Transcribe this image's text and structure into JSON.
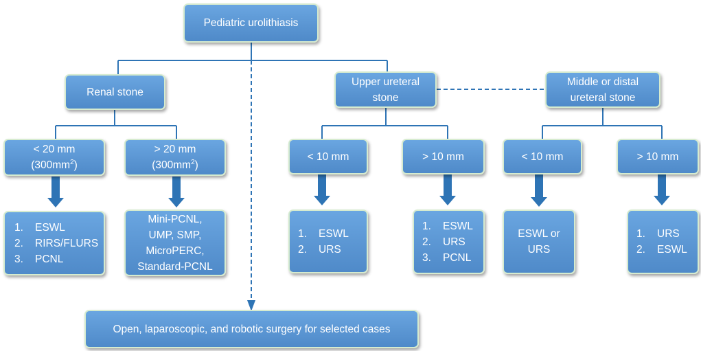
{
  "root": "Pediatric urolithiasis",
  "renal": {
    "title": "Renal stone",
    "small": {
      "size": "< 20 mm",
      "area": "(300mm",
      "sup": "2",
      "close": ")"
    },
    "large": {
      "size": "> 20 mm",
      "area": "(300mm",
      "sup": "2",
      "close": ")"
    },
    "small_treatment": [
      {
        "num": "1.",
        "text": "ESWL"
      },
      {
        "num": "2.",
        "text": "RIRS/FLURS"
      },
      {
        "num": "3.",
        "text": "PCNL"
      }
    ],
    "large_treatment": [
      "Mini-PCNL,",
      "UMP, SMP,",
      "MicroPERC,",
      "Standard-PCNL"
    ]
  },
  "upper": {
    "title_line1": "Upper ureteral",
    "title_line2": "stone",
    "small": "< 10 mm",
    "large": "> 10 mm",
    "small_treatment": [
      {
        "num": "1.",
        "text": "ESWL"
      },
      {
        "num": "2.",
        "text": "URS"
      }
    ],
    "large_treatment": [
      {
        "num": "1.",
        "text": "ESWL"
      },
      {
        "num": "2.",
        "text": "URS"
      },
      {
        "num": "3.",
        "text": "PCNL"
      }
    ]
  },
  "middle": {
    "title_line1": "Middle or distal",
    "title_line2": "ureteral stone",
    "small": "< 10 mm",
    "large": "> 10 mm",
    "small_treatment": [
      "ESWL or",
      "URS"
    ],
    "large_treatment": [
      {
        "num": "1.",
        "text": "URS"
      },
      {
        "num": "2.",
        "text": "ESWL"
      }
    ]
  },
  "surgery": "Open, laparoscopic, and robotic surgery for selected cases",
  "colors": {
    "box_fill": "#5b96d3",
    "box_border": "#d6ebcf",
    "line": "#2e74b5"
  }
}
